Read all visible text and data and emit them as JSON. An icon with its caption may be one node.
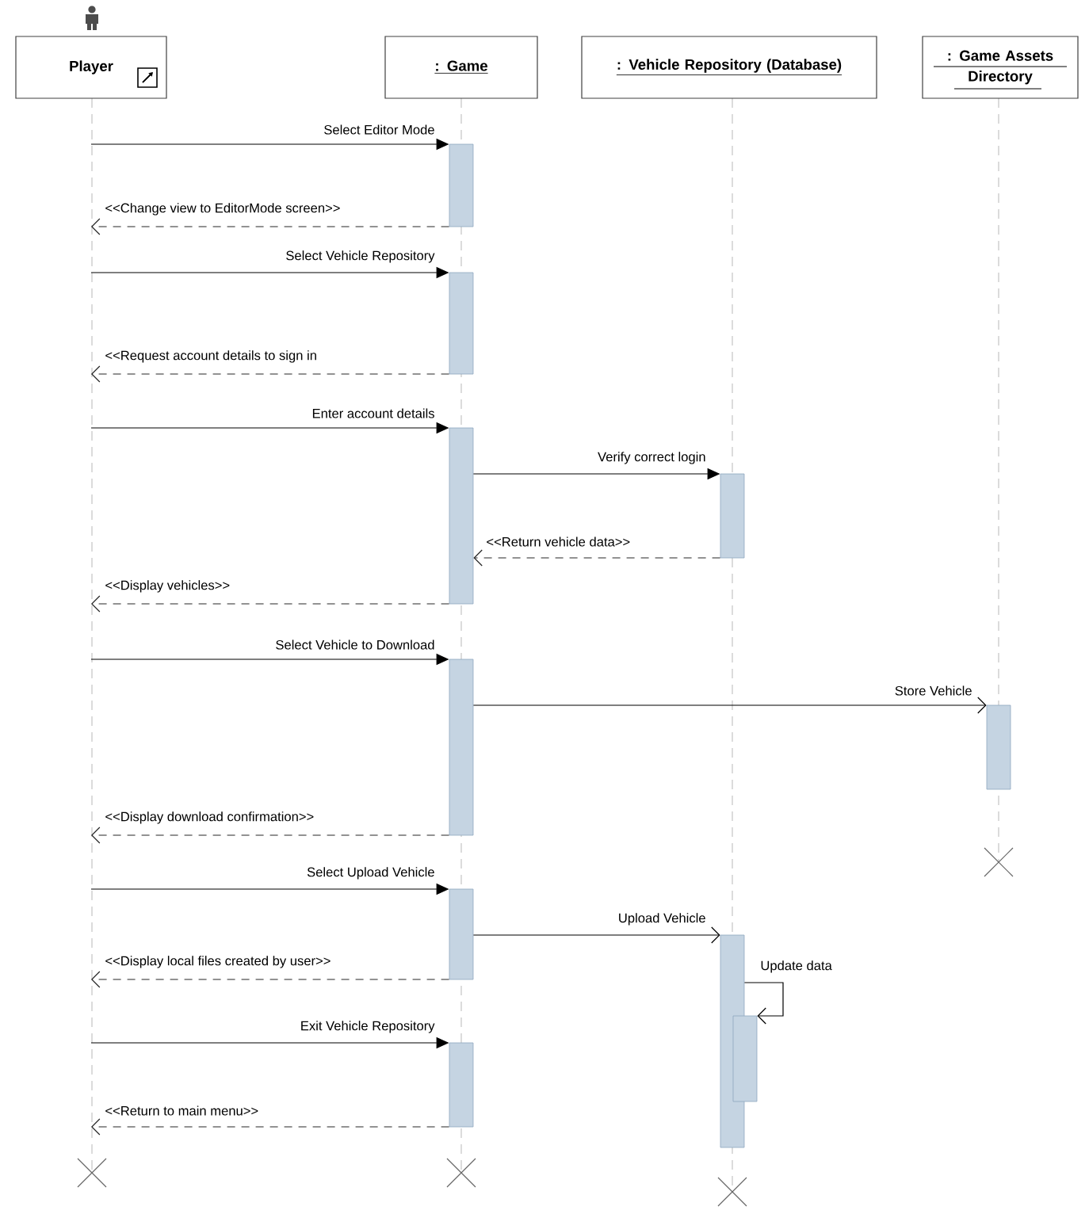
{
  "diagram": {
    "nodes": [
      {
        "text": [
          "Player"
        ]
      },
      {
        "text": [
          ": Game"
        ]
      },
      {
        "text": [
          ": Vehicle Repository (Database)"
        ]
      },
      {
        "text": [
          ": Game Assets Directory"
        ]
      },
      {
        "text": [],
        "shape": "bar",
        "in": 1
      },
      {
        "text": [],
        "shape": "bar",
        "in": 1
      },
      {
        "text": [],
        "shape": "bar",
        "in": 1
      },
      {
        "text": [],
        "shape": "bar",
        "in": 2
      },
      {
        "text": [],
        "shape": "bar",
        "in": 1
      },
      {
        "text": [],
        "shape": "bar",
        "in": 3
      },
      {
        "text": [],
        "shape": "bar",
        "in": 1
      },
      {
        "text": [],
        "shape": "bar",
        "in": 2
      },
      {
        "text": [],
        "shape": "bar",
        "in": 2
      },
      {
        "text": [],
        "shape": "bar",
        "in": 1
      }
    ],
    "edges": [
      {
        "from": 0,
        "to": 4,
        "arrow": "to",
        "label": "Select Editor Mode"
      },
      {
        "from": 4,
        "to": 0,
        "arrow": "to",
        "style": "dashed",
        "label": "<<Change view to EditorMode screen>>"
      },
      {
        "from": 0,
        "to": 5,
        "arrow": "to",
        "label": "Select Vehicle Repository"
      },
      {
        "from": 5,
        "to": 0,
        "arrow": "to",
        "style": "dashed",
        "label": "<<Request account details to sign in"
      },
      {
        "from": 0,
        "to": 6,
        "arrow": "to",
        "label": "Enter account details"
      },
      {
        "from": 6,
        "to": 7,
        "arrow": "to",
        "label": "Verify correct login"
      },
      {
        "from": 7,
        "to": 6,
        "arrow": "to",
        "style": "dashed",
        "label": "<<Return vehicle data>>"
      },
      {
        "from": 6,
        "to": 0,
        "arrow": "to",
        "style": "dashed",
        "label": "<<Display vehicles>>"
      },
      {
        "from": 0,
        "to": 8,
        "arrow": "to",
        "label": "Select Vehicle to Download"
      },
      {
        "from": 8,
        "to": 9,
        "arrow": "to",
        "label": "Store Vehicle"
      },
      {
        "from": 8,
        "to": 0,
        "arrow": "to",
        "style": "dashed",
        "label": "<<Display download confirmation>>"
      },
      {
        "from": 0,
        "to": 10,
        "arrow": "to",
        "label": "Select Upload Vehicle"
      },
      {
        "from": 10,
        "to": 11,
        "arrow": "to",
        "label": "Upload Vehicle"
      },
      {
        "from": 10,
        "to": 0,
        "arrow": "to",
        "style": "dashed",
        "label": "<<Display local files created by user>>"
      },
      {
        "from": 11,
        "to": 12,
        "arrow": "to",
        "label": "Update data"
      },
      {
        "from": 0,
        "to": 13,
        "arrow": "to",
        "label": "Exit Vehicle Repository"
      },
      {
        "from": 13,
        "to": 0,
        "arrow": "to",
        "style": "dashed",
        "label": "<<Return to main menu>>"
      }
    ]
  }
}
